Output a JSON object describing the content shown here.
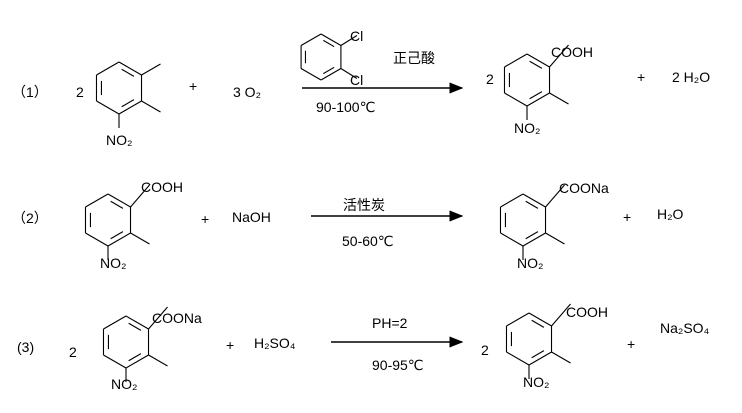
{
  "reactions": [
    {
      "label": "（1）",
      "reactant_coef": "2",
      "reactant_sub": "NO₂",
      "plus1": "+",
      "reagent": "3 O₂",
      "solvent_cl_top": "Cl",
      "solvent_cl_bottom": "Cl",
      "above_arrow": "正己酸",
      "below_arrow": "90-100℃",
      "product_coef": "2",
      "product_group": "COOH",
      "product_sub": "NO₂",
      "plus2": "+",
      "byproduct": "2 H₂O"
    },
    {
      "label": "（2）",
      "reactant_group": "COOH",
      "reactant_sub": "NO₂",
      "plus1": "+",
      "reagent": "NaOH",
      "above_arrow": "活性炭",
      "below_arrow": "50-60℃",
      "product_group": "COONa",
      "product_sub": "NO₂",
      "plus2": "+",
      "byproduct": "H₂O"
    },
    {
      "label": "(3)",
      "reactant_coef": "2",
      "reactant_group": "COONa",
      "reactant_sub": "NO₂",
      "plus1": "+",
      "reagent": "H₂SO₄",
      "above_arrow": "PH=2",
      "below_arrow": "90-95℃",
      "product_coef": "2",
      "product_group": "COOH",
      "product_sub": "NO₂",
      "plus2": "+",
      "byproduct": "Na₂SO₄"
    }
  ]
}
